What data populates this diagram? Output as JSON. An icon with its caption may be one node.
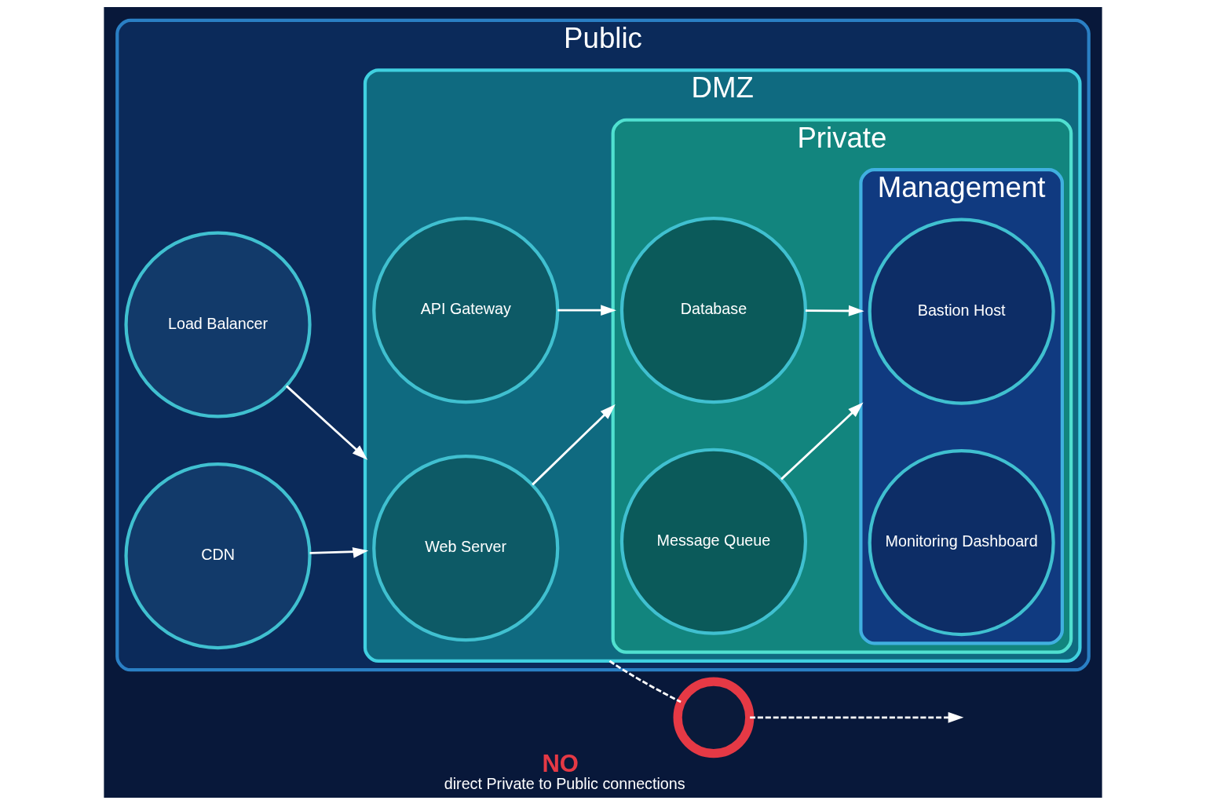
{
  "diagram": {
    "nodes": [
      {
        "text": [
          "Public"
        ]
      },
      {
        "text": [
          "Load Balancer"
        ],
        "in": 0
      },
      {
        "text": [
          "CDN"
        ],
        "in": 0
      },
      {
        "text": [
          "DMZ"
        ],
        "in": 0
      },
      {
        "text": [
          "Web Server"
        ],
        "in": 3
      },
      {
        "text": [
          "API Gateway"
        ],
        "in": 3
      },
      {
        "text": [
          "Private"
        ],
        "in": 3
      },
      {
        "text": [
          "Database"
        ],
        "in": 6
      },
      {
        "text": [
          "Message Queue"
        ],
        "in": 6
      },
      {
        "text": [
          "Management"
        ],
        "in": 6
      },
      {
        "text": [
          "Bastion Host"
        ],
        "in": 9
      },
      {
        "text": [
          "Monitoring Dashboard"
        ],
        "in": 9
      },
      {
        "text": [],
        "shape": "circle",
        "beside": [
          "NO",
          "direct Private to Public connections"
        ]
      }
    ],
    "edges": [
      {
        "from": 1,
        "to": 3,
        "arrow": "to"
      },
      {
        "from": 2,
        "to": 3,
        "arrow": "to"
      },
      {
        "from": 4,
        "to": 6,
        "arrow": "to"
      },
      {
        "from": 5,
        "to": 6,
        "arrow": "to"
      },
      {
        "from": 7,
        "to": 9,
        "arrow": "to"
      },
      {
        "from": 8,
        "to": 9,
        "arrow": "to"
      },
      {
        "from": 3,
        "to": 12,
        "arrow": "none",
        "style": "dashed"
      },
      {
        "from": 12,
        "to": null,
        "arrow": "to",
        "style": "dashed"
      }
    ]
  }
}
